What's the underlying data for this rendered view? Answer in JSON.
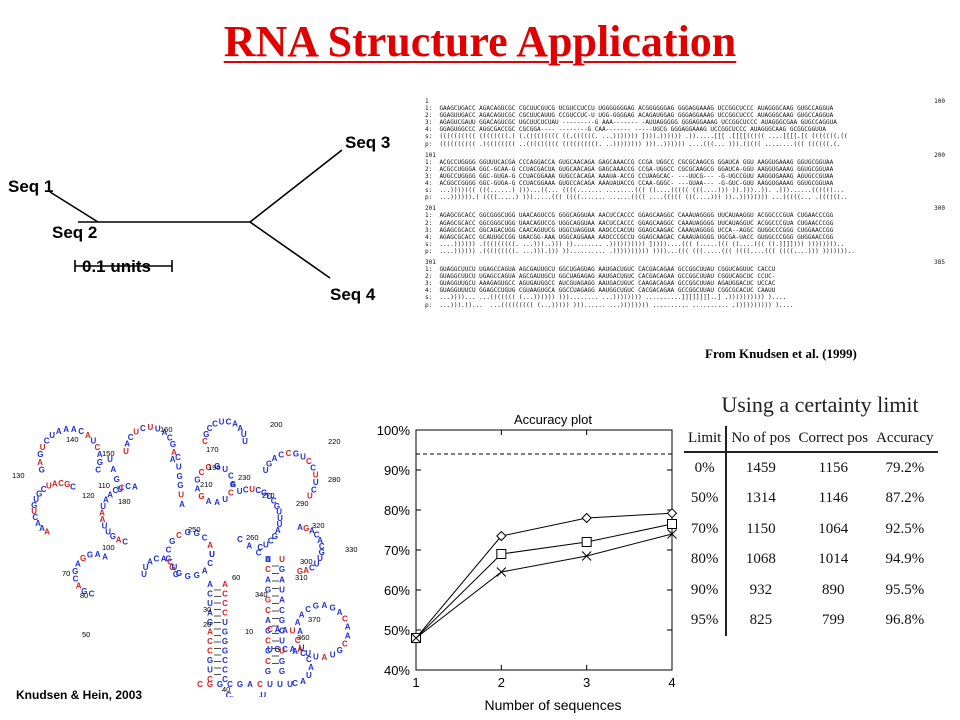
{
  "slide": {
    "title": "RNA  Structure Application",
    "credit_top": "From Knudsen et al. (1999)",
    "credit_bottom": "Knudsen  & Hein, 2003"
  },
  "tree": {
    "labels": [
      "Seq 1",
      "Seq 2",
      "Seq 3",
      "Seq 4"
    ],
    "scale_label": "0.1 units"
  },
  "alignment": {
    "blocks": [
      {
        "start": "1",
        "end": "100",
        "rows": [
          "1:  GAAGCUGACC AGACAGUCGC CGCUUCGUCG UCGUCCUCCU UGGGGGGGAG ACGGGGGGAG GGGAGGAAAG UCCGGCUCCC AUAGGGCAAG GUGCCAGGUA",
          "2:  GGAGUUGACC AGACAGUCGC CGCUUCAUUG CCGUCCUC-U UGG-GGGGAG ACAGAUGGAG GGGAGGAAAG UCCGGCUCCC AUAGGGCAAG GUGCCAGGUA",
          "3:  AGAGUCGAUU GGACAGUCGC UGCUUCUCUAU ---------G AAA------- -AUUAGGGGG GGGAGGAAAG UCCGGCUCCC AUAGGGCGAA GUGCCAGGUA",
          "4:  GGAGUGGCCC AGGCGACCGC CGCGGA---- --------G CAA------- -----UGCG GGGAGGAAAG UCCGGCUCCC AUAGGGCAAG GCGGCGGUUA",
          "s:  (((((((((( ((((((((.( (.((((((((( ((.((((((. ...))))))) ]))).)))))) .)).....[[[ .[[[[((((( ....[[[[.[( (((((((.((",
          "p:  (((((((((( .((((((((( ..((((((((( ((((((((((. ..)))))))) )))..)))))) ....(((... ))).((((( ........((( ((((((.(."
        ]
      },
      {
        "start": "101",
        "end": "200",
        "rows": [
          "1:  ACGCCUGGGG GGUUUCACGA CCCAGGACCA GUGCAACAGA GAGCAAACCG CCGA UGGCC CGCGCAAGCG GGAUCA GGU AAGGUGAAAG GGUGCGGUAA",
          "2:  ACGCCUGGGA GGC-GCAA-G CCUACGACUA GUGCAACAGA GAGCAAACCG CCGA-UGGCC CGCGCAAGCG GGAUCA-GGU AAGGUGAAAG GGUGCGGUAA",
          "3:  AUGCCUGGGG GGC-GUGA-G CCUACGGAAA GUGCCACAGA AAAUA-ACCG CCUAAGCAC- ---UUCG--- -G-UGCCGUU AAGGUGAAAG AGUGCCGUAA",
          "4:  ACGGCCGGGG GGC-GUGA-G CCUACGGAAA GUGCCACAGA AAAUAUACCG CCAA-GGGC- ---GUAA--- -G-GUC-GUU AAGGUGAAAG GGUGCGGUAA",
          "s:  ...)))))(( (((......) )))...((... ((((....... ........((( ((....((((( (((....))) )).)))..)). .)))......((((((...",
          "p:  ...)))))).( ((((.....) ))).....((( ((((....... ......(((( ....((((( (((....))) ))..)))))))) ...(((((... .((((((.."
        ]
      },
      {
        "start": "201",
        "end": "300",
        "rows": [
          "1:  AGAGCGCACC GGCGGGCUGG UAACAGUCCG GGGCAGGUAA AACUCCACCC GGAGCAAGGC CAAAUAGGGG UUCAUAAGGU ACGGCCCGUA CUGAACCCGG",
          "2:  AGAGCGCACC GGCGGGCUGG UAACAGUCCG UGGCAGGUAA AACUCCACCC GGAGCAAGGC CAAAUAGGGG UUCAUAGGUC ACGGCCCGUA CUGAACCCGG",
          "3:  AGAGCGCACC GGCAGACUGG CAACAGUUCG UGGCUAGGUA AAOCCCACUU GGAGCAAGAC CAAAUAGGGG UCCA--AGGC GUGGCCCGGG CUGGAACCGG",
          "4:  AGAGCGCACC GCAUUGCCGG UAACGG-AAA UGGCAGGAAA AAOCCCGCCU GGAGCAAGAC CAAAUAGGGG UGCGA-UACC GUGGCCCGGG GUGGAACCGG",
          "s:  ....)))))) .(((((((((. ...)))..))) ))........ .)))))))))) ]))))....((( (.....((( ((....((( ((.]]]]))) ))))))))..",
          "p:  ....)))))) .(((((((((. ...))).))) )).......... .)))))))))) ))))...((( (((.....((( ((((....((( ((((....))) ))))))).."
        ]
      },
      {
        "start": "301",
        "end": "385",
        "rows": [
          "1:  GUAGGCUUCU UGAGCCAGUA AGCGAUUGCU GGCUGAGUAG AAUGACUGUC CACGACAGAA GCCGGCUUAU CGGUCAGUUC CACCU",
          "2:  GUAGGCUUCU UGAGCCAGUA AGCGAUUGCU GGCUAGAGAG AAUGACUGUC CACGACAGAA GCCGGCUUAU CGGUCAGCUC CCUC-",
          "3:  GUAGGUUGCU AAAGAGUGCC AGUGAUGGCC AUCGUAGAGG AAUGACUGUC CAAGACAGAA GCCGGCUUAU AGAUGGACUC UCCAC",
          "4:  GUAGGUUUCU GGAGCCUGUG CGUAAGUGCA GGCCUAGAGG AAUGGCUGUC CACGACAGAA GCCGGCUUAU CGGCGCACUC CAAUU",
          "s:  ...))))... ...((((((( (...)))))) )))........ ...)))))))) ..........]]]]]]]]..] .)))))))))) )....",
          "p:  ...))).))...  ...((((((((( (...))))) )))...... ...)))))))) .......... .......... .)))))))))) )...."
        ]
      }
    ]
  },
  "rna_structure": {
    "numbers": [
      "140",
      "160",
      "200",
      "220",
      "130",
      "150",
      "170",
      "280",
      "110",
      "190",
      "120",
      "180",
      "210",
      "230",
      "270",
      "290",
      "320",
      "250",
      "100",
      "260",
      "330",
      "300",
      "70",
      "60",
      "310",
      "340",
      "80",
      "30",
      "20",
      "360",
      "50",
      "10",
      "370",
      "40",
      "380"
    ]
  },
  "accuracy_plot": {
    "title": "Accuracy plot",
    "xlabel": "Number of sequences",
    "chart_data": {
      "type": "line",
      "title": "Accuracy plot",
      "xlabel": "Number of sequences",
      "ylabel": "",
      "x": [
        1,
        2,
        3,
        4
      ],
      "xlim": [
        1,
        4
      ],
      "ylim": [
        40,
        100
      ],
      "yticks": [
        "40%",
        "50%",
        "60%",
        "70%",
        "80%",
        "90%",
        "100%"
      ],
      "xticks": [
        "1",
        "2",
        "3",
        "4"
      ],
      "reference_line": 94,
      "series": [
        {
          "marker": "diamond",
          "values": [
            48,
            73.5,
            78,
            79.2
          ]
        },
        {
          "marker": "square",
          "values": [
            48,
            69,
            72,
            76.5
          ]
        },
        {
          "marker": "cross",
          "values": [
            48,
            64.5,
            68.5,
            74
          ]
        }
      ]
    }
  },
  "certainty_table": {
    "title": "Using a certainty limit",
    "headers": [
      "Limit",
      "No of pos",
      "Correct pos",
      "Accuracy"
    ],
    "rows": [
      [
        "0%",
        "1459",
        "1156",
        "79.2%"
      ],
      [
        "50%",
        "1314",
        "1146",
        "87.2%"
      ],
      [
        "70%",
        "1150",
        "1064",
        "92.5%"
      ],
      [
        "80%",
        "1068",
        "1014",
        "94.9%"
      ],
      [
        "90%",
        "932",
        "890",
        "95.5%"
      ],
      [
        "95%",
        "825",
        "799",
        "96.8%"
      ]
    ]
  },
  "colors": {
    "title": "#e00000",
    "base_blue": "#1f2fd8",
    "base_red": "#d81f1f"
  }
}
